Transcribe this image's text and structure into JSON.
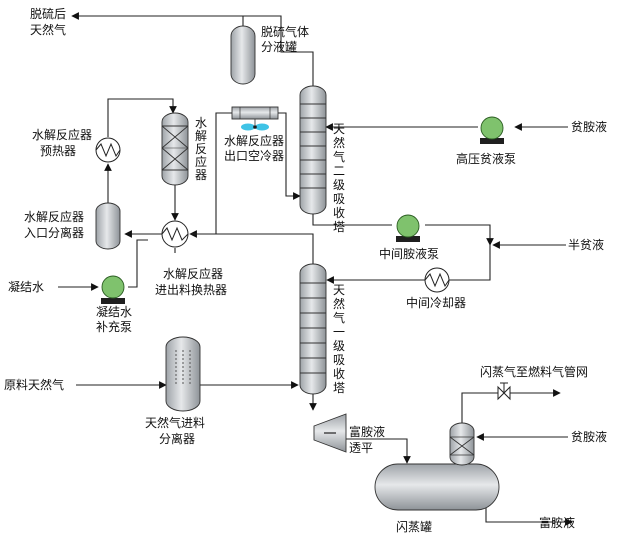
{
  "labels": {
    "desulf_gas_out": [
      "脱硫后",
      "天然气"
    ],
    "desulf_gas_separator": [
      "脱硫气体",
      "分液罐"
    ],
    "lean_amine_top": "贫胺液",
    "hp_lean_pump": "高压贫液泵",
    "hydrolysis_preheater": [
      "水解反应器",
      "预热器"
    ],
    "hydrolysis_reactor": [
      "水",
      "解",
      "反",
      "应",
      "器"
    ],
    "reactor_outlet_aircooler": [
      "水解反应器",
      "出口空冷器"
    ],
    "absorber_2": [
      "天",
      "然",
      "气",
      "二",
      "级",
      "吸",
      "收",
      "塔"
    ],
    "inlet_separator": [
      "水解反应器",
      "入口分离器"
    ],
    "middle_amine_pump": "中间胺液泵",
    "semi_lean": "半贫液",
    "condensate": "凝结水",
    "condensate_pump": [
      "凝结水",
      "补充泵"
    ],
    "feed_effluent_hx": [
      "水解反应器",
      "进出料换热器"
    ],
    "middle_cooler": "中间冷却器",
    "absorber_1": [
      "天",
      "然",
      "气",
      "一",
      "级",
      "吸",
      "收",
      "塔"
    ],
    "raw_gas": "原料天然气",
    "feed_separator": [
      "天然气进料",
      "分离器"
    ],
    "flash_gas": "闪蒸气至燃料气管网",
    "rich_amine_turbine": [
      "富胺液",
      "透平"
    ],
    "lean_amine_bottom": "贫胺液",
    "flash_tank": "闪蒸罐",
    "rich_amine_out": "富胺液"
  },
  "colors": {
    "pump": "#7fc26d",
    "vessel": "#c9ccd0",
    "aircooler_fan": "#3fc3e6",
    "line": "#222222"
  }
}
